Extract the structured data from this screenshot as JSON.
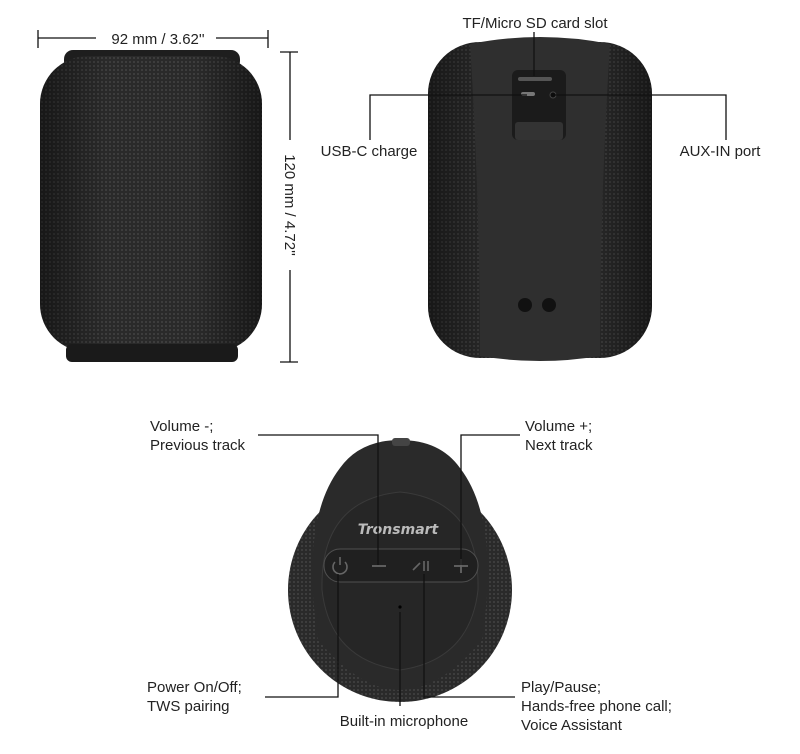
{
  "dimensions": {
    "width": "92 mm / 3.62''",
    "height": "120 mm / 4.72''"
  },
  "back_labels": {
    "tf_slot": "TF/Micro SD card slot",
    "usb_c": "USB-C charge",
    "aux_in": "AUX-IN port"
  },
  "top_labels": {
    "volume_minus": [
      "Volume -;",
      "Previous track"
    ],
    "volume_plus": [
      "Volume +;",
      "Next track"
    ],
    "power": [
      "Power On/Off;",
      "TWS pairing"
    ],
    "microphone": "Built-in microphone",
    "play_pause": [
      "Play/Pause;",
      "Hands-free phone call;",
      "Voice Assistant"
    ]
  },
  "brand_logo": "Tronsmart",
  "colors": {
    "speaker_body": "#2c2c2c",
    "mesh": "#3a3a3a",
    "line": "#111111"
  }
}
